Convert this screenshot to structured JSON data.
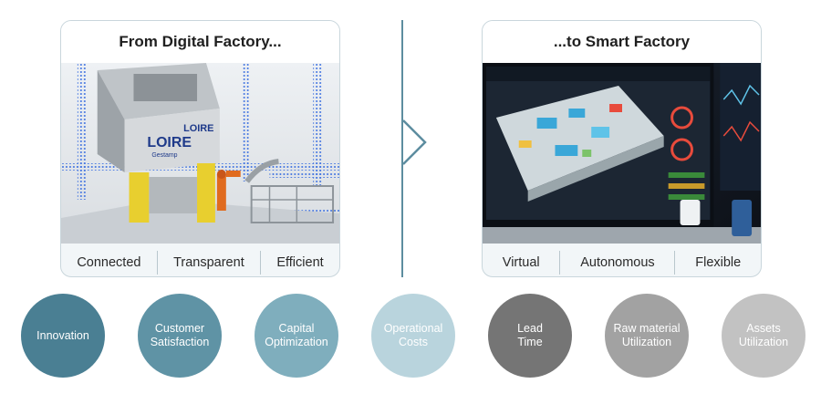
{
  "left_panel": {
    "title": "From Digital Factory...",
    "attributes": [
      "Connected",
      "Transparent",
      "Efficient"
    ],
    "image": {
      "depicts": "industrial-press-machine-render",
      "logo_text": "LOIRE",
      "logo_sub": "Gestamp"
    }
  },
  "right_panel": {
    "title": "...to Smart Factory",
    "attributes": [
      "Virtual",
      "Autonomous",
      "Flexible"
    ],
    "image": {
      "depicts": "smart-factory-dashboard-monitor"
    }
  },
  "divider": {
    "color": "#5d8d9f",
    "icon": "chevron-right-icon"
  },
  "benefits": [
    {
      "line1": "Innovation",
      "line2": "",
      "color": "#4a7f93"
    },
    {
      "line1": "Customer",
      "line2": "Satisfaction",
      "color": "#5f93a5"
    },
    {
      "line1": "Capital",
      "line2": "Optimization",
      "color": "#7faebd"
    },
    {
      "line1": "Operational",
      "line2": "Costs",
      "color": "#b9d4dd"
    },
    {
      "line1": "Lead",
      "line2": "Time",
      "color": "#757575"
    },
    {
      "line1": "Raw material",
      "line2": "Utilization",
      "color": "#a2a2a2"
    },
    {
      "line1": "Assets",
      "line2": "Utilization",
      "color": "#c2c2c2"
    }
  ]
}
